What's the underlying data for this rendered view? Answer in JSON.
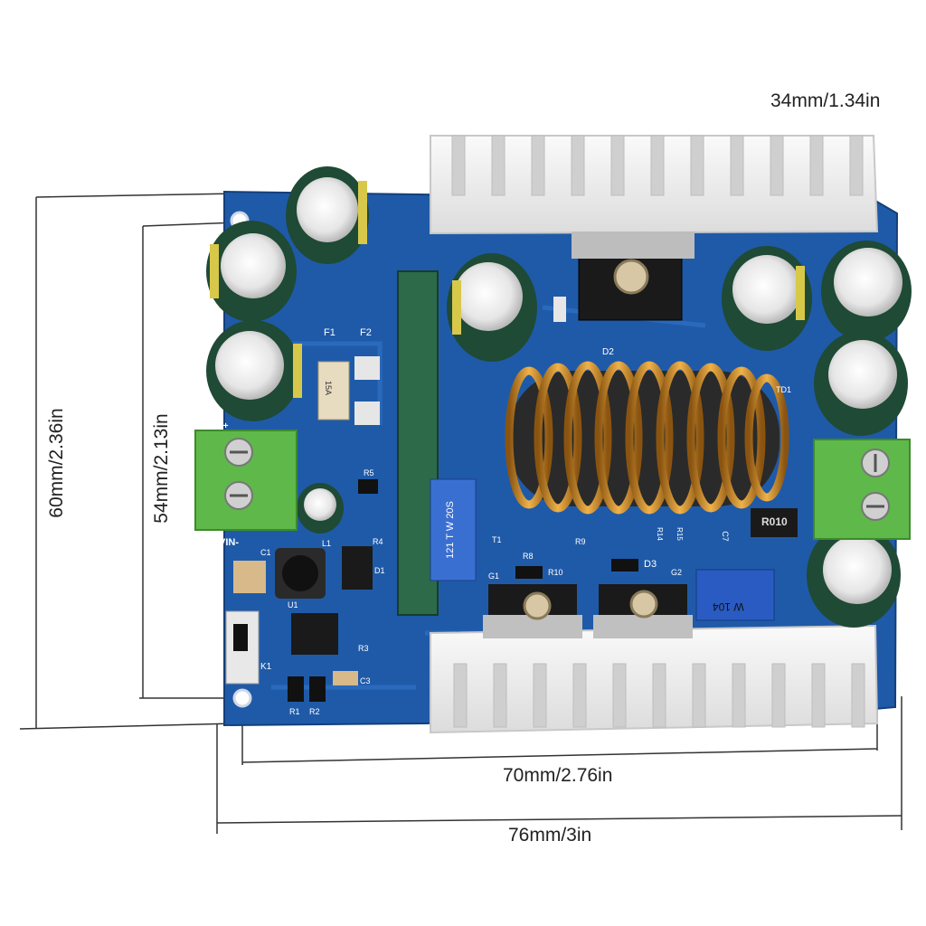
{
  "dimensions": {
    "heatsink_width": "34mm/1.34in",
    "board_height": "60mm/2.36in",
    "hole_spacing_vertical": "54mm/2.13in",
    "hole_spacing_horizontal": "70mm/2.76in",
    "board_width": "76mm/3in"
  },
  "pcb_labels": {
    "fuse1": "F1",
    "fuse2": "F2",
    "fuse_value": "15A",
    "vin_minus": "VIN-",
    "vin_plus": "VIN+",
    "resistor_r5": "R5",
    "resistor_r1": "R1",
    "resistor_r2": "R2",
    "resistor_r3": "R3",
    "resistor_r4": "R4",
    "cap_c1": "C1",
    "cap_c3": "C3",
    "cap_c7": "C7",
    "ic_u1": "U1",
    "inductor_l1": "L1",
    "diode_d1": "D1",
    "diode_d2": "D2",
    "diode_d3": "D3",
    "switch_k1": "K1",
    "gate_g1": "G1",
    "gate_g2": "G2",
    "r8": "R8",
    "r9": "R9",
    "r10": "R10",
    "r14": "R14",
    "r15": "R15",
    "shunt": "R010",
    "trimmer_code": "W 104",
    "pot_code": "121 T W 20S",
    "td1": "TD1",
    "t1": "T1"
  },
  "colors": {
    "pcb": "#1f5aa8",
    "heatsink": "#f2f2f2",
    "capacitor": "#1f4a35",
    "terminal": "#5fb84a",
    "copper": "#c7862a"
  }
}
